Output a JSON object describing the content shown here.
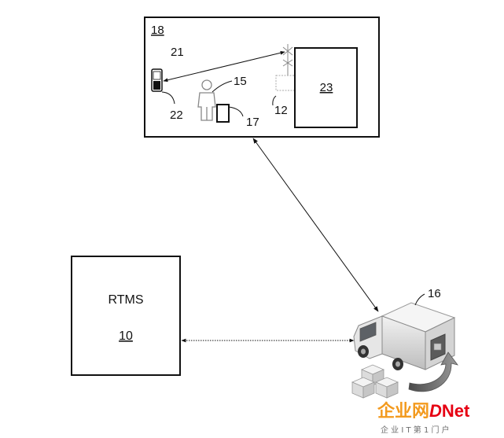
{
  "diagram": {
    "site_box": {
      "label": "18",
      "phone_label": "21",
      "phone_base_label": "22",
      "person_label": "15",
      "tablet_label": "17",
      "reader_label": "12",
      "device_label": "23"
    },
    "rtms_box": {
      "title": "RTMS",
      "number": "10"
    },
    "truck_label": "16"
  },
  "watermark": {
    "brand_cn": "企业网",
    "brand_d": "D",
    "brand_net": "Net",
    "tagline": "企 业 I T 第 1 门 户",
    "colors": {
      "orange": "#f39a1e",
      "red": "#e60012",
      "gray": "#6d6d6d"
    }
  }
}
